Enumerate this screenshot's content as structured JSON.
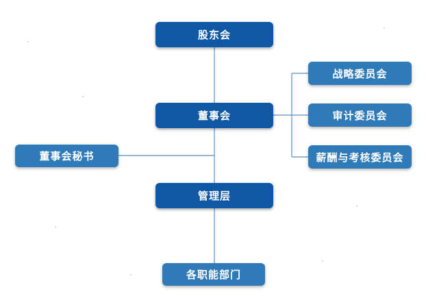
{
  "nodes": {
    "shareholders": "股东会",
    "board": "董事会",
    "board_secretary": "董事会秘书",
    "management": "管理层",
    "departments": "各职能部门",
    "strategy_committee": "战略委员会",
    "audit_committee": "审计委员会",
    "compensation_committee": "薪酬与考核委员会"
  },
  "colors": {
    "main_node": "#0f58a5",
    "side_node": "#2f7ab8",
    "connector": "#5a8fc8",
    "background": "#ffffff"
  }
}
